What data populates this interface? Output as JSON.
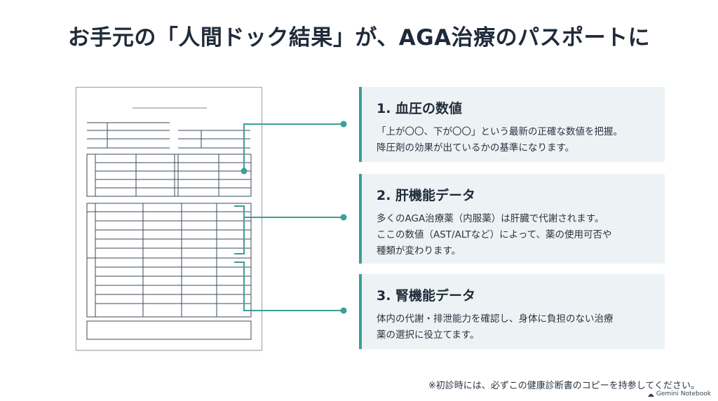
{
  "title": "お手元の「人間ドック結果」が、AGA治療のパスポートに",
  "colors": {
    "accent": "#3c9e98",
    "card_bg": "#edf2f4",
    "title": "#1f2b3a"
  },
  "document_icon": "health-checkup-report-illustration",
  "cards": [
    {
      "heading": "1. 血圧の数値",
      "lines": [
        "「上が〇〇、下が〇〇」という最新の正確な数値を把握。",
        "降圧剤の効果が出ているかの基準になります。"
      ]
    },
    {
      "heading": "2. 肝機能データ",
      "lines": [
        "多くのAGA治療薬（内服薬）は肝臓で代謝されます。",
        "ここの数値（AST/ALTなど）によって、薬の使用可否や",
        "種類が変わります。"
      ]
    },
    {
      "heading": "3. 腎機能データ",
      "lines": [
        "体内の代謝・排泄能力を確認し、身体に負担のない治療",
        "薬の選択に役立てます。"
      ]
    }
  ],
  "footnote": "※初診時には、必ずこの健康診断書のコピーを持参してください。",
  "brand": {
    "name": "Gemini Notebook",
    "icon": "notebook-logo-icon"
  }
}
